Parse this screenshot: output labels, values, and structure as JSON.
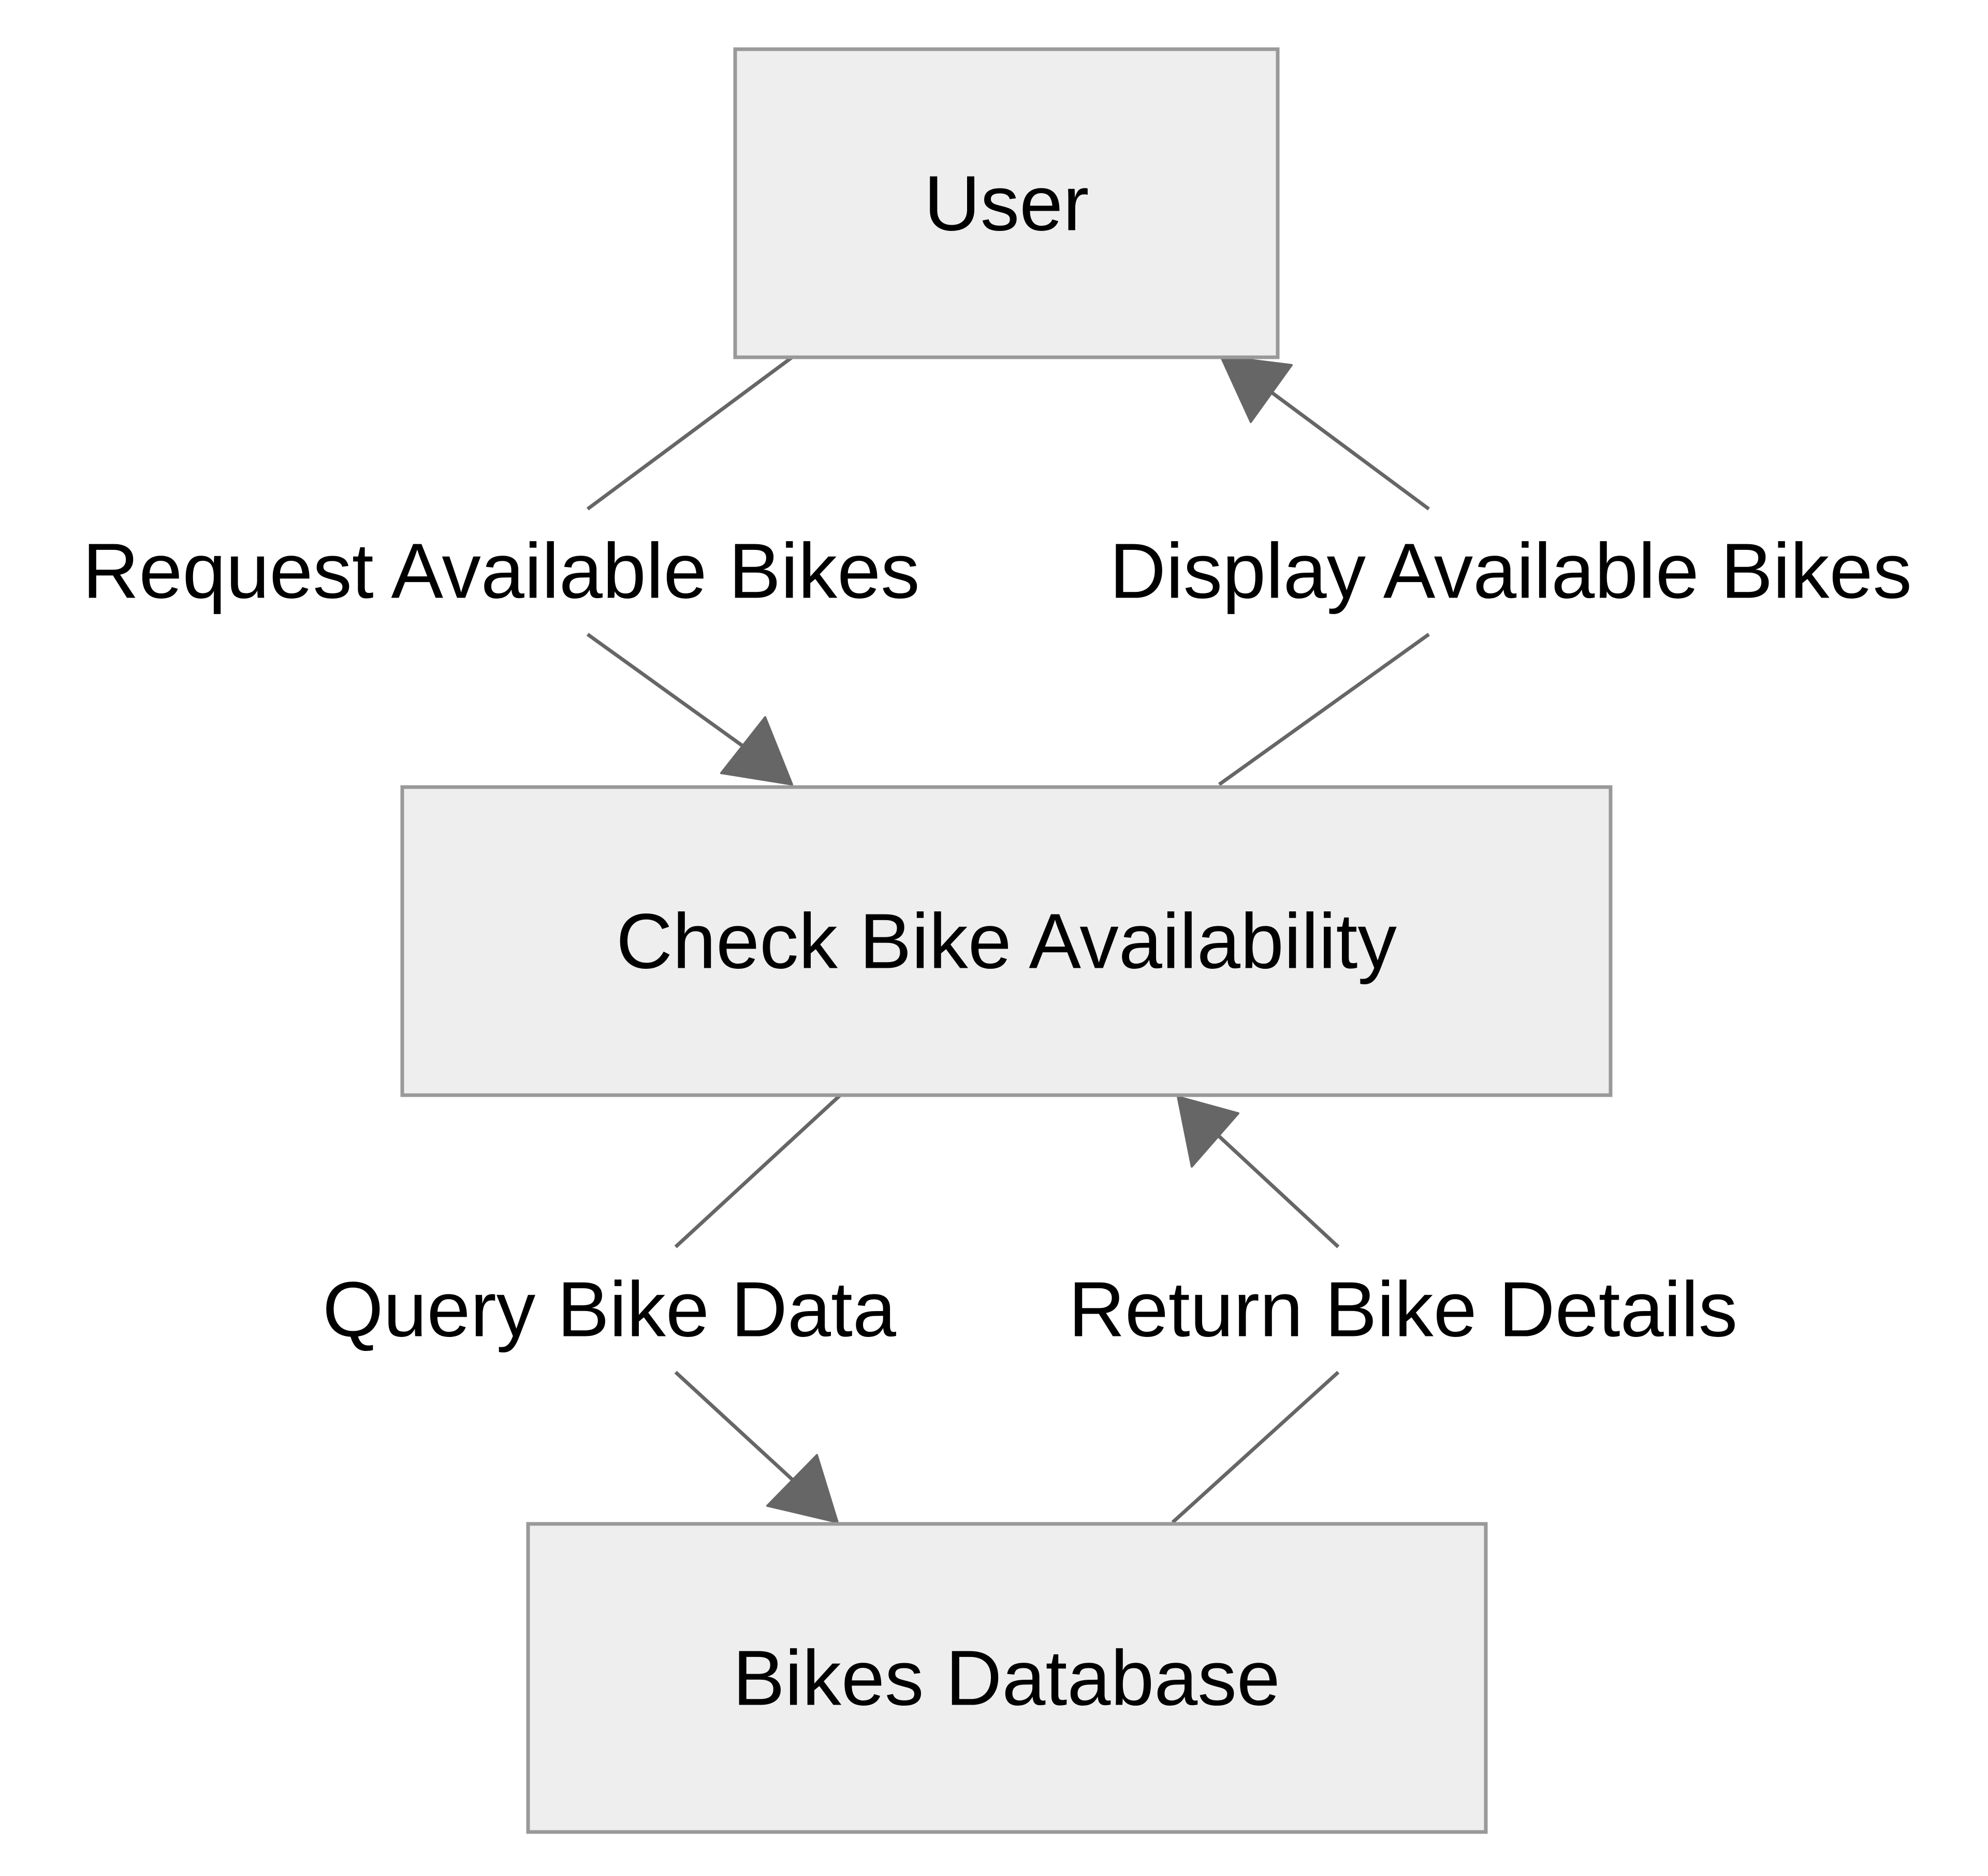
{
  "nodes": {
    "user": {
      "label": "User"
    },
    "check": {
      "label": "Check Bike Availability"
    },
    "database": {
      "label": "Bikes Database"
    }
  },
  "edges": {
    "request": {
      "label": "Request Available Bikes",
      "from": "User",
      "to": "Check Bike Availability"
    },
    "display": {
      "label": "Display Available Bikes",
      "from": "Check Bike Availability",
      "to": "User"
    },
    "query": {
      "label": "Query Bike Data",
      "from": "Check Bike Availability",
      "to": "Bikes Database"
    },
    "return": {
      "label": "Return Bike Details",
      "from": "Bikes Database",
      "to": "Check Bike Availability"
    }
  },
  "colors": {
    "node_fill": "#eeeeee",
    "node_border": "#999999",
    "edge": "#666666",
    "text": "#000000",
    "background": "#ffffff"
  }
}
